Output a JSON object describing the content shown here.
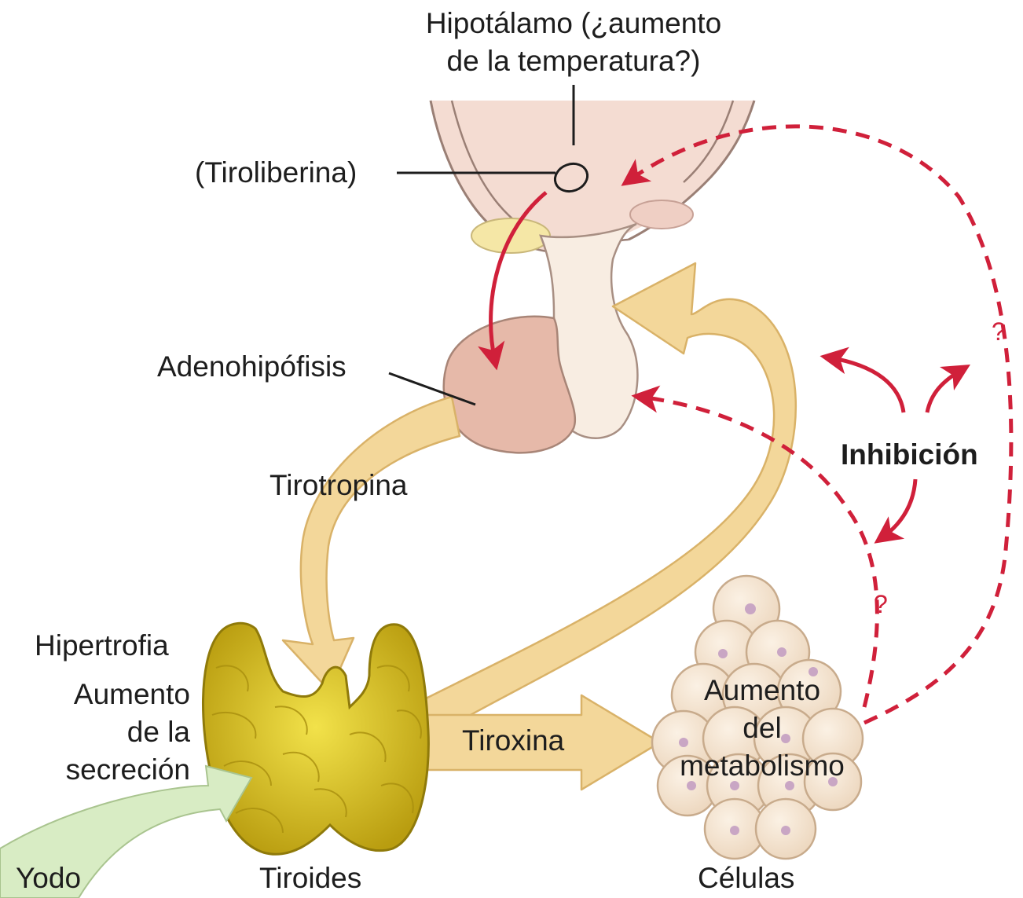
{
  "labels": {
    "hypothalamus_line1": "Hipotálamo (¿aumento",
    "hypothalamus_line2": "de la temperatura?)",
    "trh": "(Tiroliberina)",
    "adenohypophysis": "Adenohipófisis",
    "tsh": "Tirotropina",
    "inhibition": "Inhibición",
    "hypertrophy": "Hipertrofia",
    "secretion_line1": "Aumento",
    "secretion_line2": "de la",
    "secretion_line3": "secreción",
    "thyroxine": "Tiroxina",
    "metabolism_line1": "Aumento",
    "metabolism_line2": "del",
    "metabolism_line3": "metabolismo",
    "iodine": "Yodo",
    "thyroid": "Tiroides",
    "cells": "Células",
    "question_mark": "?"
  },
  "colors": {
    "stimulus_arrow": "#d0203a",
    "hormone_arrow": "#f3d79a",
    "hormone_arrow_edge": "#d9b268",
    "iodine_arrow": "#d8ecc4",
    "thyroid_gland": "#d9c21c",
    "hypothalamus": "#f4dcd2",
    "pituitary_anterior": "#e6b9a9",
    "cells": "#f6e6d2",
    "cell_nucleus": "#c9a6c4"
  }
}
